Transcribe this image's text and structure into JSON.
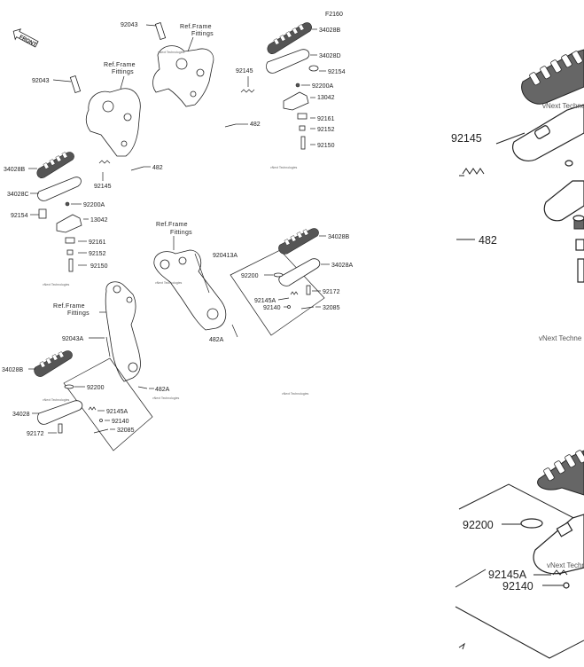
{
  "code": "F2160",
  "front": "FRONT",
  "ref_frame": "Ref.Frame",
  "fittings": "Fittings",
  "watermark": "vNext Technologies",
  "zoom_watermark": "vNext Techne",
  "parts": {
    "p92043": "92043",
    "p34028B": "34028B",
    "p34028D": "34028D",
    "p92154": "92154",
    "p92145": "92145",
    "p92200A": "92200A",
    "p13042": "13042",
    "p92161": "92161",
    "p92152": "92152",
    "p92150": "92150",
    "p482": "482",
    "p34028C": "34028C",
    "p92043A": "92043A",
    "p482A": "482A",
    "p92200": "92200",
    "p92145A": "92145A",
    "p92140": "92140",
    "p32085": "32085",
    "p34028": "34028",
    "p92172": "92172",
    "p34028A": "34028A",
    "p92041_3A": "920413A"
  },
  "zoom_labels": {
    "z92145": "92145",
    "z482": "482",
    "z92200": "92200",
    "z92145A": "92145A",
    "z92140": "92140"
  }
}
